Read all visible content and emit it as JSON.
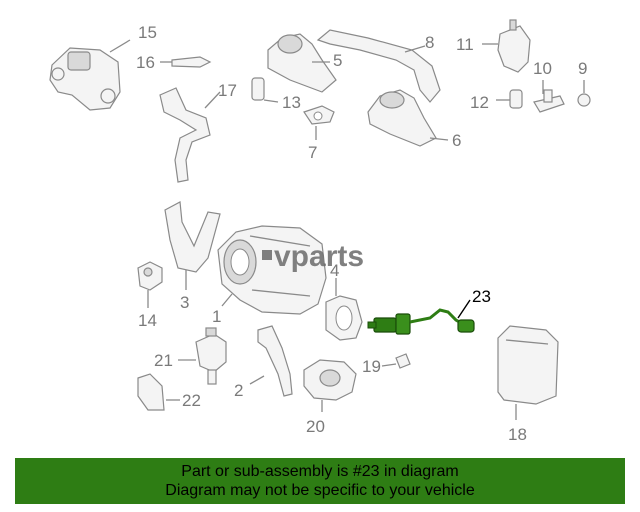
{
  "diagram": {
    "callouts": [
      "15",
      "16",
      "17",
      "13",
      "5",
      "8",
      "11",
      "10",
      "9",
      "12",
      "7",
      "6",
      "3",
      "14",
      "1",
      "4",
      "23",
      "21",
      "2",
      "19",
      "22",
      "20",
      "18"
    ],
    "highlighted_part": "23",
    "watermark": "vparts",
    "colors": {
      "highlight": "#2e7d14",
      "line": "#8a8a8a",
      "banner": "#2e7d14"
    }
  },
  "banner": {
    "line1": "Part or sub-assembly is #23 in diagram",
    "line2": "Diagram may not be specific to your vehicle"
  }
}
